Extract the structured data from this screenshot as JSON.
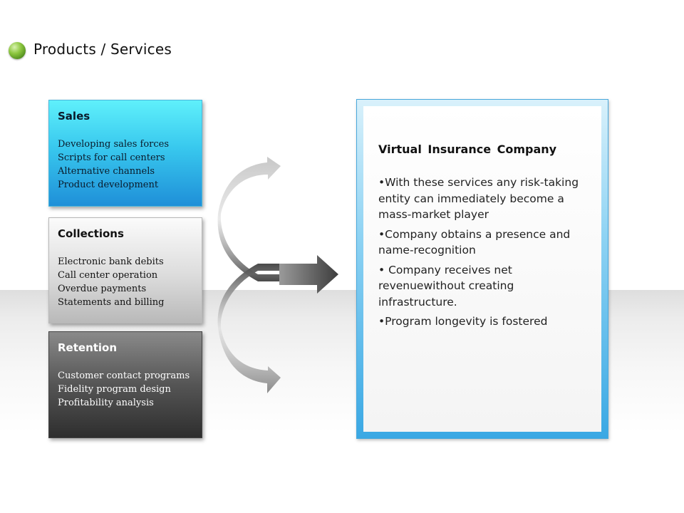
{
  "header": {
    "title": "Products / Services"
  },
  "services": [
    {
      "title": "Sales",
      "items": [
        "Developing sales forces",
        "Scripts for call centers",
        "Alternative channels",
        "Product  development"
      ]
    },
    {
      "title": "Collections",
      "items": [
        "Electronic bank debits",
        "Call center operation",
        "Overdue payments",
        "Statements and billing"
      ]
    },
    {
      "title": "Retention",
      "items": [
        "Customer contact programs",
        "Fidelity program design",
        "Profitability analysis"
      ]
    }
  ],
  "result": {
    "title": "Virtual  Insurance  Company",
    "bullets": [
      "•With these services any risk-taking entity can immediately become a mass-market player",
      "•Company obtains a presence and name-recognition",
      "• Company receives net revenuewithout creating infrastructure.",
      "•Program longevity is fostered"
    ]
  },
  "colors": {
    "sales_top": "#5ff0fb",
    "sales_bottom": "#1f8fd8",
    "collections_top": "#fbfbfb",
    "collections_bottom": "#b9b9b9",
    "retention_top": "#8a8a8a",
    "retention_bottom": "#2e2e2e",
    "panel_border": "#3aa8e4",
    "header_bullet": "#8cc63f"
  }
}
